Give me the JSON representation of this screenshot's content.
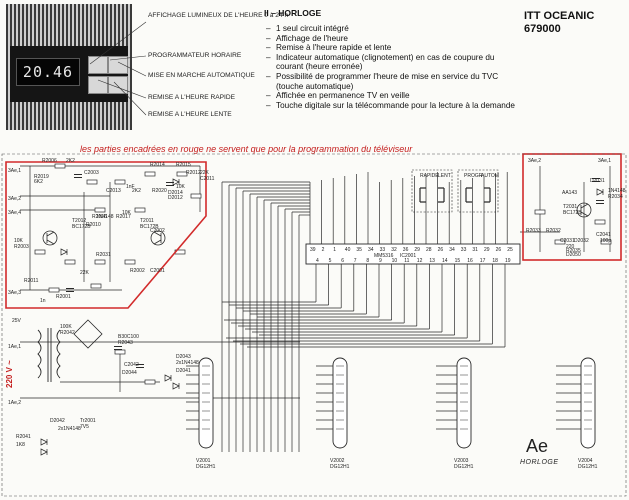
{
  "header": {
    "section_number": "II",
    "section_title": "HORLOGE",
    "features": [
      "1 seul circuit intégré",
      "Affichage de l'heure",
      "Remise à l'heure rapide et lente",
      "Indicateur automatique (clignotement) en cas de coupure du courant (heure erronée)",
      "Possibilité de programmer l'heure de mise en service du TVC (touche automatique)",
      "Affichée en permanence TV en veille",
      "Touche digitale sur la télécommande pour la lecture à la demande"
    ],
    "brand_line1": "ITT OCEANIC",
    "brand_line2": "679000"
  },
  "photo": {
    "display_value": "20.46",
    "callouts": [
      "AFFICHAGE LUMINEUX DE L'HEURE 0 à 24 h",
      "PROGRAMMATEUR HORAIRE",
      "MISE EN MARCHE AUTOMATIQUE",
      "REMISE A L'HEURE RAPIDE",
      "REMISE A L'HEURE LENTE"
    ]
  },
  "note": "les parties encadrées en rouge ne servent que pour la programmation du téléviseur",
  "schematic": {
    "colors": {
      "wire": "#2a2a2a",
      "highlight": "#d22b2b"
    },
    "ic_name": "MM5316",
    "ic_ref": "IC2001",
    "ic_pins_top": [
      "39",
      "2",
      "1",
      "40",
      "35",
      "34",
      "33",
      "32",
      "36",
      "29",
      "28",
      "26",
      "34",
      "33",
      "31",
      "29",
      "26",
      "25"
    ],
    "ic_pins_bottom": [
      "4",
      "5",
      "6",
      "7",
      "8",
      "9",
      "10",
      "11",
      "12",
      "13",
      "14",
      "15",
      "16",
      "17",
      "18",
      "19"
    ],
    "tubes": [
      {
        "ref": "V2001",
        "type": "DG12H1"
      },
      {
        "ref": "V2002",
        "type": "DG12H1"
      },
      {
        "ref": "V2003",
        "type": "DG12H1"
      },
      {
        "ref": "V2004",
        "type": "DG12H1"
      }
    ],
    "switches": [
      {
        "line1": "RAPIDE",
        "line2": "LENT"
      },
      {
        "line1": "PROGR",
        "line2": "AUTOM"
      }
    ],
    "transistors": [
      {
        "ref": "T2012",
        "type": "BC172B"
      },
      {
        "ref": "T2011",
        "type": "BC172B"
      },
      {
        "ref": "T2031",
        "type": "BC172B"
      }
    ],
    "components": [
      "R2006",
      "2K2",
      "C2003",
      "R2019",
      "6K2",
      "R2014",
      "R2015",
      "R2012",
      "22K",
      "C2011",
      "1nF",
      "R2020",
      "10K",
      "R2010",
      "2K2",
      "C2013",
      "D2014",
      "D2012",
      "1N4148",
      "R2017",
      "10K",
      "R2002",
      "C2001",
      "R2011",
      "22K",
      "C2002",
      "1n",
      "R2001",
      "10K",
      "R2003",
      "R2016",
      "R2031",
      "R2033",
      "R2032",
      "C2031",
      "D2032",
      "AA143",
      "D2031",
      "1N4148",
      "R2034",
      "220",
      "R2035",
      "C2041",
      "100µ",
      "D2050",
      "B30C100",
      "R2043",
      "100K",
      "R2042",
      "C2042",
      "D2044",
      "D2043",
      "2x1N4148",
      "D2041",
      "D2042",
      "2x1N4148",
      "R2041",
      "1K8",
      "Tr2001",
      "7V5",
      "25V"
    ],
    "terminals": [
      "3Ae,1",
      "3Ae,2",
      "3Ae,4",
      "3Ae,3",
      "1Ae,1",
      "1Ae,2",
      "3Ae,2",
      "3Ae,1"
    ],
    "mains_label": "220 V ~",
    "board_id": "Ae",
    "board_name": "HORLOGE"
  }
}
